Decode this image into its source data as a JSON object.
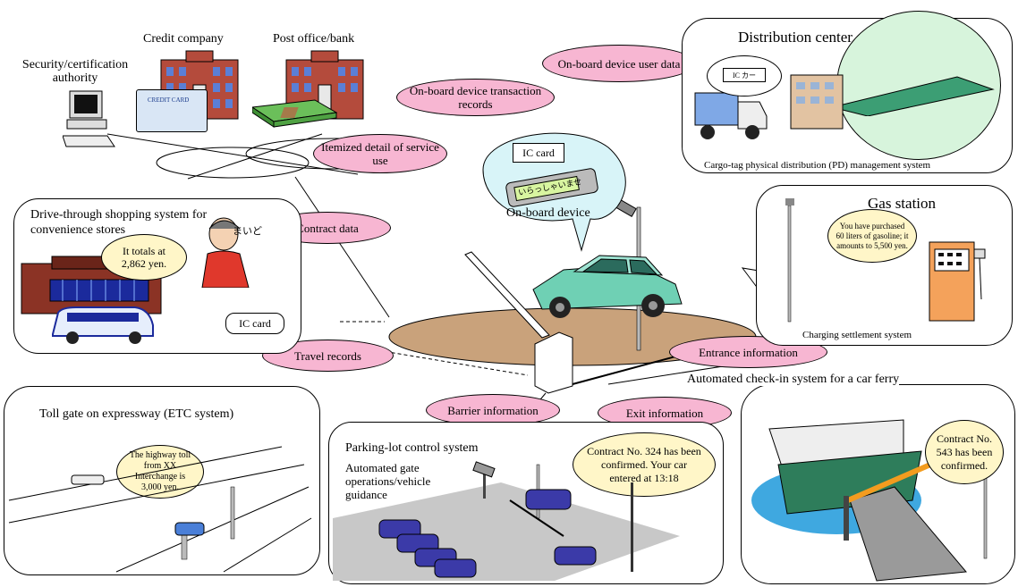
{
  "top": {
    "security": "Security/certification authority",
    "credit_company": "Credit company",
    "post_office": "Post office/bank",
    "credit_card_text": "CREDIT CARD"
  },
  "pills": {
    "onboard_user_data": "On-board device user data",
    "onboard_transaction": "On-board device transaction records",
    "itemized": "Itemized detail of service use",
    "contract_data": "Contract data",
    "travel_records": "Travel records",
    "barrier_info": "Barrier information",
    "exit_info": "Exit information",
    "entrance_info": "Entrance information"
  },
  "center": {
    "ic_card": "IC card",
    "device_display": "いらっしゃいませ",
    "onboard_device": "On-board device"
  },
  "distribution": {
    "title": "Distribution center",
    "caption": "Cargo-tag physical distribution (PD) management system",
    "sign_text": "IC カー"
  },
  "gas": {
    "title": "Gas station",
    "speech": "You have purchased 60 liters of gasoline; it amounts to 5,500 yen.",
    "caption": "Charging settlement system"
  },
  "drive": {
    "title": "Drive-through shopping system for convenience stores",
    "speech": "It totals at 2,862 yen.",
    "clerk_text": "まいど",
    "ic_card": "IC card"
  },
  "toll": {
    "title": "Toll gate on expressway (ETC system)",
    "speech": "The highway toll from XX Interchange is 3,000 yen."
  },
  "parking": {
    "title": "Parking-lot control system",
    "subtitle": "Automated gate operations/vehicle guidance",
    "speech": "Contract No. 324 has been confirmed. Your car entered at 13:18"
  },
  "ferry": {
    "title": "Automated check-in system for a car ferry",
    "speech": "Contract No. 543 has been confirmed."
  },
  "colors": {
    "pill": "#f7b6d2",
    "callout": "#fff6c8",
    "car": "#6fd0b4",
    "ground": "#c9a27b"
  }
}
